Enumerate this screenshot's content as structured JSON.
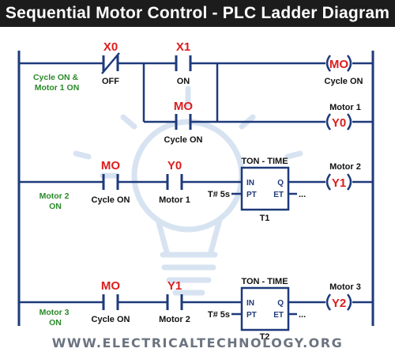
{
  "title": "Sequential Motor Control - PLC Ladder Diagram",
  "watermark": "WWW.ELECTRICALTECHNOLOGY.ORG",
  "colors": {
    "wire": "#1e3a7a",
    "tag": "#dd1d1d",
    "green": "#2a8a2a",
    "title_bg": "#1c1c1c",
    "bulb": "#d7e3f1"
  },
  "icons": {
    "watermark_graphic": "light-bulb-icon"
  },
  "rungs": [
    {
      "comment": "Cycle ON & Motor 1 ON",
      "contacts": [
        {
          "address": "X0",
          "label": "OFF",
          "type": "normally-closed"
        },
        {
          "address": "X1",
          "label": "ON",
          "type": "normally-open"
        }
      ],
      "branch_contact": {
        "address": "MO",
        "label": "Cycle ON",
        "type": "normally-open"
      },
      "coils": [
        {
          "address": "MO",
          "label": "Cycle ON"
        },
        {
          "address": "Y0",
          "label": "Motor 1"
        }
      ]
    },
    {
      "comment": "Motor 2 ON",
      "contacts": [
        {
          "address": "MO",
          "label": "Cycle ON",
          "type": "normally-open"
        },
        {
          "address": "Y0",
          "label": "Motor 1",
          "type": "normally-open"
        }
      ],
      "timer": {
        "header": "TON - TIME",
        "name": "T1",
        "preset": "T# 5s",
        "in": "IN",
        "pt": "PT",
        "q": "Q",
        "et": "ET",
        "et_out": "..."
      },
      "coils": [
        {
          "address": "Y1",
          "label": "Motor 2"
        }
      ]
    },
    {
      "comment": "Motor 3 ON",
      "contacts": [
        {
          "address": "MO",
          "label": "Cycle ON",
          "type": "normally-open"
        },
        {
          "address": "Y1",
          "label": "Motor 2",
          "type": "normally-open"
        }
      ],
      "timer": {
        "header": "TON - TIME",
        "name": "T2",
        "preset": "T# 5s",
        "in": "IN",
        "pt": "PT",
        "q": "Q",
        "et": "ET",
        "et_out": "..."
      },
      "coils": [
        {
          "address": "Y2",
          "label": "Motor 3"
        }
      ]
    }
  ]
}
